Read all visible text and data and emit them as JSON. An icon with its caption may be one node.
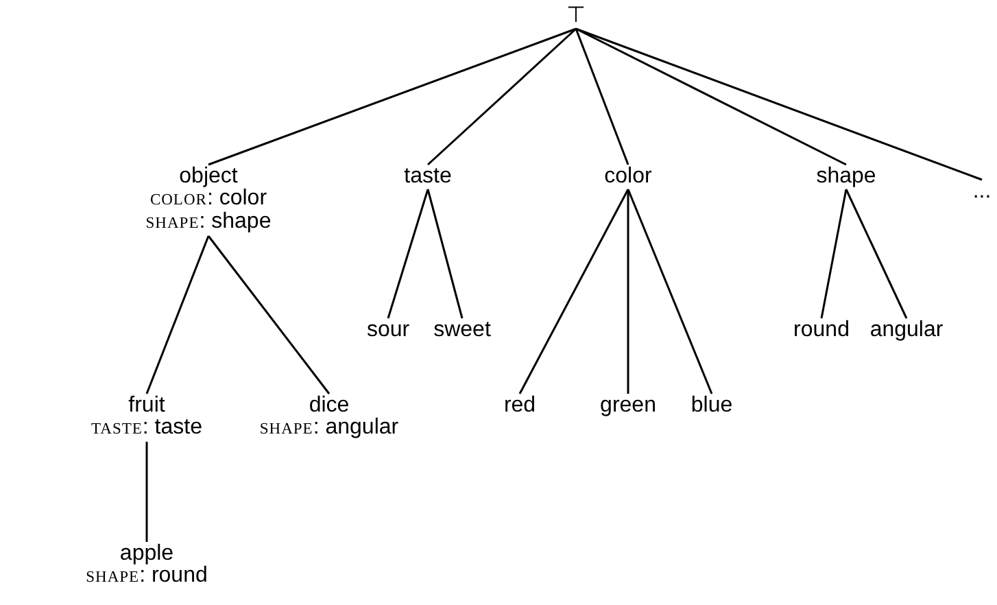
{
  "diagram": {
    "nodes": [
      {
        "text": [
          "⊤"
        ]
      },
      {
        "text": [
          "object",
          "COLOR: color",
          "SHAPE: shape"
        ]
      },
      {
        "text": [
          "taste"
        ]
      },
      {
        "text": [
          "color"
        ]
      },
      {
        "text": [
          "shape"
        ]
      },
      {
        "text": [
          "..."
        ]
      },
      {
        "text": [
          "sour"
        ]
      },
      {
        "text": [
          "sweet"
        ]
      },
      {
        "text": [
          "red"
        ]
      },
      {
        "text": [
          "green"
        ]
      },
      {
        "text": [
          "blue"
        ]
      },
      {
        "text": [
          "round"
        ]
      },
      {
        "text": [
          "angular"
        ]
      },
      {
        "text": [
          "fruit",
          "TASTE: taste"
        ]
      },
      {
        "text": [
          "dice",
          "SHAPE: angular"
        ]
      },
      {
        "text": [
          "apple",
          "SHAPE: round"
        ]
      }
    ],
    "edges": [
      {
        "from": 0,
        "to": 1,
        "arrow": "none"
      },
      {
        "from": 0,
        "to": 2,
        "arrow": "none"
      },
      {
        "from": 0,
        "to": 3,
        "arrow": "none"
      },
      {
        "from": 0,
        "to": 4,
        "arrow": "none"
      },
      {
        "from": 0,
        "to": 5,
        "arrow": "none"
      },
      {
        "from": 2,
        "to": 6,
        "arrow": "none"
      },
      {
        "from": 2,
        "to": 7,
        "arrow": "none"
      },
      {
        "from": 3,
        "to": 8,
        "arrow": "none"
      },
      {
        "from": 3,
        "to": 9,
        "arrow": "none"
      },
      {
        "from": 3,
        "to": 10,
        "arrow": "none"
      },
      {
        "from": 4,
        "to": 11,
        "arrow": "none"
      },
      {
        "from": 4,
        "to": 12,
        "arrow": "none"
      },
      {
        "from": 1,
        "to": 13,
        "arrow": "none"
      },
      {
        "from": 1,
        "to": 14,
        "arrow": "none"
      },
      {
        "from": 13,
        "to": 15,
        "arrow": "none"
      }
    ]
  }
}
